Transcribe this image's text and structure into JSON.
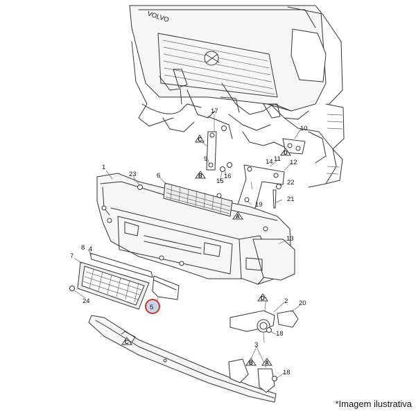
{
  "part_numbers": [
    "1",
    "2",
    "3",
    "4",
    "5",
    "6",
    "7",
    "8",
    "9",
    "10",
    "11",
    "12",
    "13",
    "14",
    "15",
    "16",
    "17",
    "18",
    "18",
    "19",
    "20",
    "21",
    "22",
    "23",
    "24"
  ],
  "callout_letters": [
    "A",
    "B",
    "C",
    "D",
    "A",
    "B",
    "C",
    "D"
  ],
  "highlighted_part": "5",
  "colors": {
    "highlight": "#c0392b",
    "line": "#333333",
    "background": "#ffffff"
  },
  "footnote": "*Imagem ilustrativa"
}
